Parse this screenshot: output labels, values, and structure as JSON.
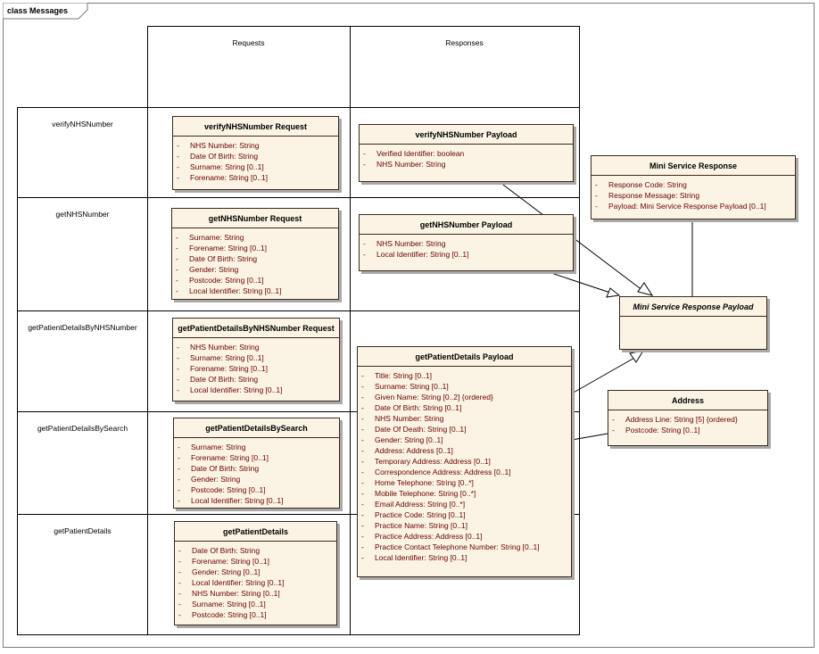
{
  "diagram": {
    "frame_label": "class Messages",
    "columns": [
      "Requests",
      "Responses"
    ],
    "rows": [
      "verifyNHSNumber",
      "getNHSNumber",
      "getPatientDetailsByNHSNumber",
      "getPatientDetailsBySearch",
      "getPatientDetails"
    ]
  },
  "classes": {
    "verify_req": {
      "name": "verifyNHSNumber Request",
      "attributes": [
        "NHS Number:  String",
        "Date Of Birth:  String",
        "Surname:  String [0..1]",
        "Forename:  String [0..1]"
      ]
    },
    "getnhs_req": {
      "name": "getNHSNumber Request",
      "attributes": [
        "Surname:  String",
        "Forename:  String [0..1]",
        "Date Of Birth:  String",
        "Gender:  String",
        "Postcode:  String  [0..1]",
        "Local Identifier:  String [0..1]"
      ]
    },
    "bynhs_req": {
      "name": "getPatientDetailsByNHSNumber Request",
      "attributes": [
        "NHS Number:  String",
        "Surname:  String [0..1]",
        "Forename:  String [0..1]",
        "Date Of Birth:  String",
        "Local Identifier:  String [0..1]"
      ]
    },
    "bysearch_req": {
      "name": "getPatientDetailsBySearch",
      "attributes": [
        "Surname:  String",
        "Forename:  String [0..1]",
        "Date Of Birth:  String",
        "Gender:  String",
        "Postcode:  String [0..1]",
        "Local Identifier:  String [0..1]"
      ]
    },
    "details_req": {
      "name": "getPatientDetails",
      "attributes": [
        "Date Of Birth:  String",
        "Forename:  String [0..1]",
        "Gender:  String [0..1]",
        "Local Identifier:  String [0..1]",
        "NHS Number:  String [0..1]",
        "Surname:  String [0..1]",
        "Postcode:  String [0..1]"
      ]
    },
    "verify_payload": {
      "name": "verifyNHSNumber Payload",
      "attributes": [
        "Verified Identifier:  boolean",
        "NHS Number:  String"
      ]
    },
    "getnhs_payload": {
      "name": "getNHSNumber Payload",
      "attributes": [
        "NHS Number:  String",
        "Local Identifier:  String [0..1]"
      ]
    },
    "details_payload": {
      "name": "getPatientDetails Payload",
      "attributes": [
        "Title:  String [0..1]",
        "Surname:  String [0..1]",
        "Given Name:  String [0..2] {ordered}",
        "Date Of Birth:  String [0..1]",
        "NHS Number:  String",
        "Date Of Death:  String [0..1]",
        "Gender:  String [0..1]",
        "Address:  Address [0..1]",
        "Temporary Address:  Address [0..1]",
        "Correspondence Address:  Address [0..1]",
        "Home Telephone:  String [0..*]",
        "Mobile Telephone:  String [0..*]",
        "Email Address:  String [0..*]",
        "Practice Code:  String [0..1]",
        "Practice Name:  String [0..1]",
        "Practice Address:  Address [0..1]",
        "Practice Contact Telephone Number:  String [0..1]",
        "Local Identifier:  String [0..1]"
      ]
    },
    "mini_response": {
      "name": "Mini Service Response",
      "attributes": [
        "Response Code:  String",
        "Response Message:  String",
        "Payload:  Mini Service Response Payload [0..1]"
      ]
    },
    "mini_payload": {
      "name": "Mini Service Response Payload",
      "attributes": []
    },
    "address": {
      "name": "Address",
      "attributes": [
        "Address Line:  String [5] {ordered}",
        "Postcode:  String [0..1]"
      ]
    }
  },
  "colors": {
    "class_fill": "#fbf4e4",
    "attribute_text": "#6b0000",
    "border": "#3a2a1a"
  }
}
